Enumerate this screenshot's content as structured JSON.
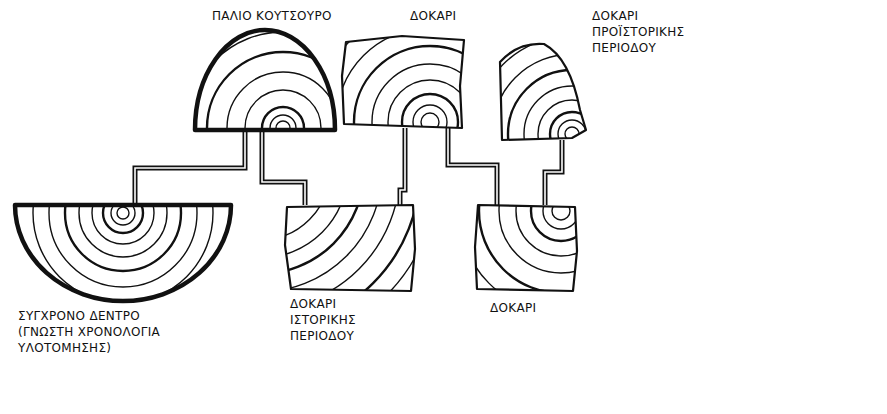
{
  "diagram": {
    "nodes": [
      {
        "text": [
          "ΠΑΛΙΟ ΚΟΥΤΣΟΥΡΟ"
        ]
      },
      {
        "text": [
          "ΔΟΚΑΡΙ"
        ]
      },
      {
        "text": [
          "ΔΟΚΑΡΙ ΠΡΟΪΣΤΟΡΙΚΗΣ ΠΕΡΙΟΔΟΥ"
        ]
      },
      {
        "text": [
          "ΣΥΓΧΡΟΝΟ ΔΕΝΤΡΟ",
          "(ΓΝΩΣΤΗ ΧΡΟΝΟΛΟΓΙΑ ΥΛΟΤΟΜΗΣΗΣ)"
        ]
      },
      {
        "text": [
          "ΔΟΚΑΡΙ ΙΣΤΟΡΙΚΗΣ ΠΕΡΙΟΔΟΥ"
        ]
      },
      {
        "text": [
          "ΔΟΚΑΡΙ"
        ]
      }
    ],
    "edges": [
      {
        "from": 0,
        "to": 3,
        "arrow": "none"
      },
      {
        "from": 0,
        "to": 4,
        "arrow": "none"
      },
      {
        "from": 1,
        "to": 4,
        "arrow": "none"
      },
      {
        "from": 1,
        "to": 5,
        "arrow": "none"
      },
      {
        "from": 2,
        "to": 5,
        "arrow": "none"
      }
    ]
  }
}
